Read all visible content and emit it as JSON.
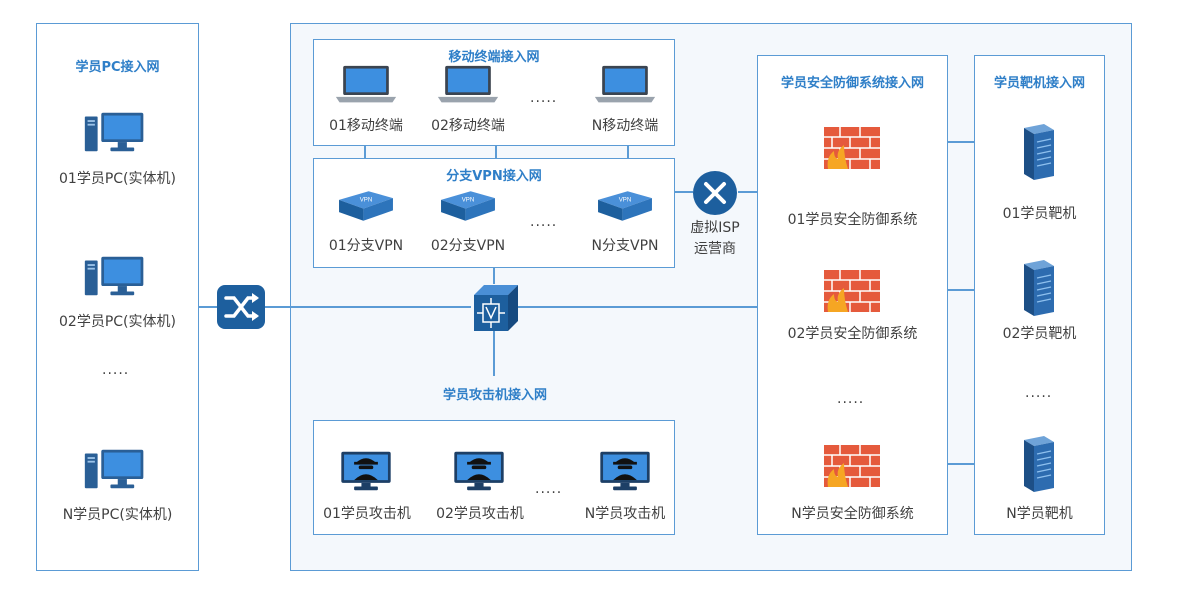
{
  "colors": {
    "accent": "#2f7fc8",
    "border": "#5b9bd5",
    "device": "#1d5f9e"
  },
  "student_pc_net": {
    "title": "学员PC接入网",
    "items": [
      "01学员PC(实体机)",
      "02学员PC(实体机)",
      "N学员PC(实体机)"
    ],
    "ellipsis": "....."
  },
  "mobile_net": {
    "title": "移动终端接入网",
    "items": [
      "01移动终端",
      "02移动终端",
      "N移动终端"
    ],
    "ellipsis": "....."
  },
  "vpn_net": {
    "title": "分支VPN接入网",
    "items": [
      "01分支VPN",
      "02分支VPN",
      "N分支VPN"
    ],
    "ellipsis": "....."
  },
  "isp": {
    "label_line1": "虚拟ISP",
    "label_line2": "运营商"
  },
  "attacker_net": {
    "title": "学员攻击机接入网",
    "items": [
      "01学员攻击机",
      "02学员攻击机",
      "N学员攻击机"
    ],
    "ellipsis": "....."
  },
  "defense_net": {
    "title": "学员安全防御系统接入网",
    "items": [
      "01学员安全防御系统",
      "02学员安全防御系统",
      "N学员安全防御系统"
    ],
    "ellipsis": "....."
  },
  "target_net": {
    "title": "学员靶机接入网",
    "items": [
      "01学员靶机",
      "02学员靶机",
      "N学员靶机"
    ],
    "ellipsis": "....."
  },
  "icons": {
    "pc": "desktop-pc-icon",
    "laptop": "laptop-icon",
    "vpn": "vpn-device-icon",
    "switch": "switch-icon",
    "router": "router-icon",
    "core_switch": "core-switch-icon",
    "attacker": "hacker-monitor-icon",
    "firewall": "firewall-icon",
    "server": "server-icon"
  }
}
